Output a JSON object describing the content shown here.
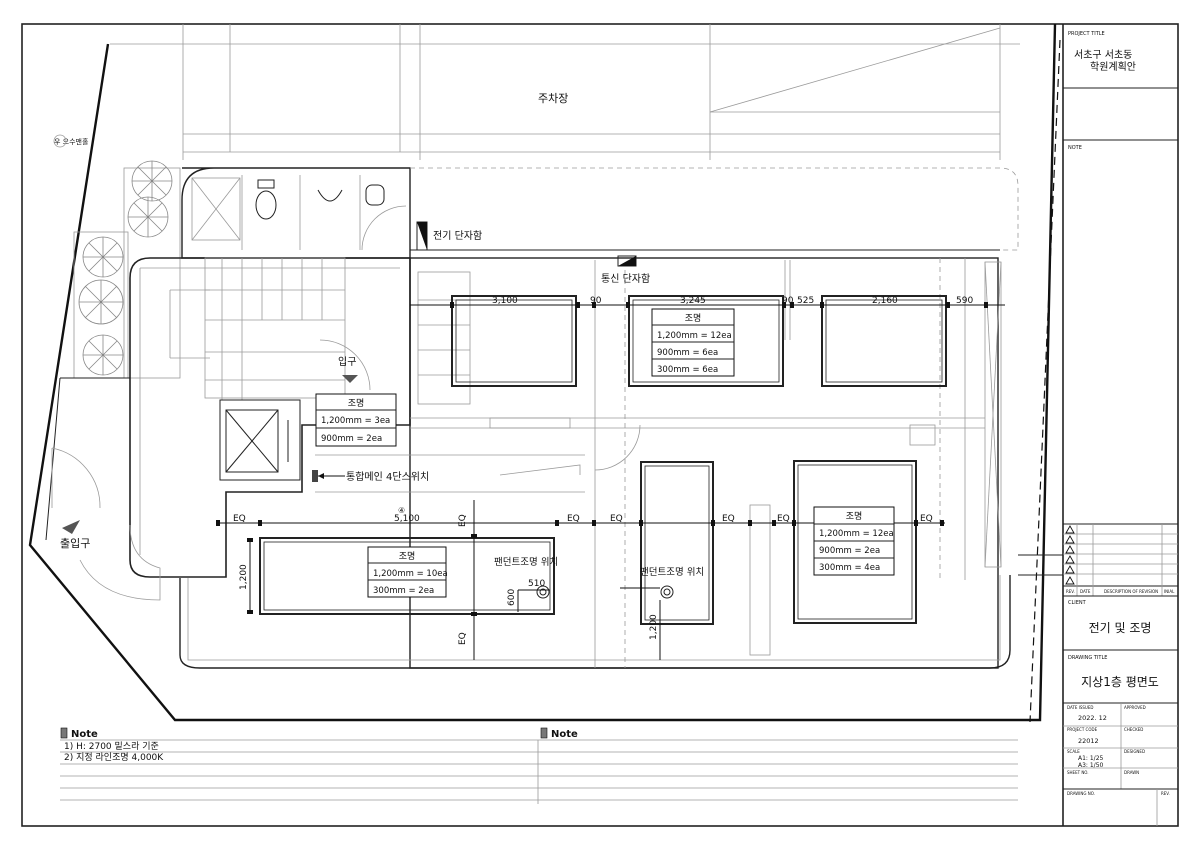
{
  "title_block": {
    "project_title_label": "PROJECT TITLE",
    "project_title_line1": "서초구 서초동",
    "project_title_line2": "학원계획안",
    "note_label": "NOTE",
    "rev_header": [
      "REV.",
      "DATE",
      "DESCRIPTION OF REVISION",
      "INIAL"
    ],
    "client_label": "CLIENT",
    "client_value": "전기 및 조명",
    "drawing_title_label": "DRAWING TITLE",
    "drawing_title_value": "지상1층 평면도",
    "date_issued_label": "DATE ISSUED",
    "date_issued_value": "2022. 12",
    "approved_label": "APPROVED",
    "project_code_label": "PROJECT CODE",
    "project_code_value": "22012",
    "checked_label": "CHECKED",
    "scale_label": "SCALE",
    "scale_a1": "A1:    1/25",
    "scale_a3": "A3:    1/50",
    "designed_label": "DESIGNED",
    "sheet_no_label": "SHEET NO.",
    "drawn_label": "DRAWN",
    "drawing_no_label": "DRAWING NO.",
    "rev_label": "REV."
  },
  "plan": {
    "parking": "주차장",
    "manhole": "우 오수맨홀",
    "elec_shaft": "전기 단자함",
    "comm_shaft": "통신 단자함",
    "entrance_small": "입구",
    "entrance_main": "출입구",
    "telecom_main": "통합메인 4단스위치",
    "pendant_1": "팬던트조명 위치",
    "pendant_2": "팬던트조명 위치",
    "axis_label": "④"
  },
  "dimensions": {
    "top_a": "3,100",
    "top_b": "90",
    "top_c": "3,245",
    "top_d": "90",
    "top_e": "525",
    "top_f": "2,160",
    "top_g": "590",
    "mid_total": "5,100",
    "eq": "EQ",
    "h1200_a": "1,200",
    "h1200_b": "1,200",
    "d600": "600",
    "d510": "510"
  },
  "light_tables": [
    {
      "title": "조명",
      "rows": [
        "1,200mm = 12ea",
        "900mm = 6ea",
        "300mm = 6ea"
      ]
    },
    {
      "title": "조명",
      "rows": [
        "1,200mm = 3ea",
        "900mm = 2ea"
      ]
    },
    {
      "title": "조명",
      "rows": [
        "1,200mm = 10ea",
        "300mm = 2ea"
      ]
    },
    {
      "title": "조명",
      "rows": [
        "1,200mm = 12ea",
        "900mm = 2ea",
        "300mm = 4ea"
      ]
    }
  ],
  "notes": {
    "left_title": "Note",
    "left_lines": [
      "1) H: 2700   밑스라 기준",
      "2) 지정 라인조명 4,000K"
    ],
    "right_title": "Note"
  }
}
